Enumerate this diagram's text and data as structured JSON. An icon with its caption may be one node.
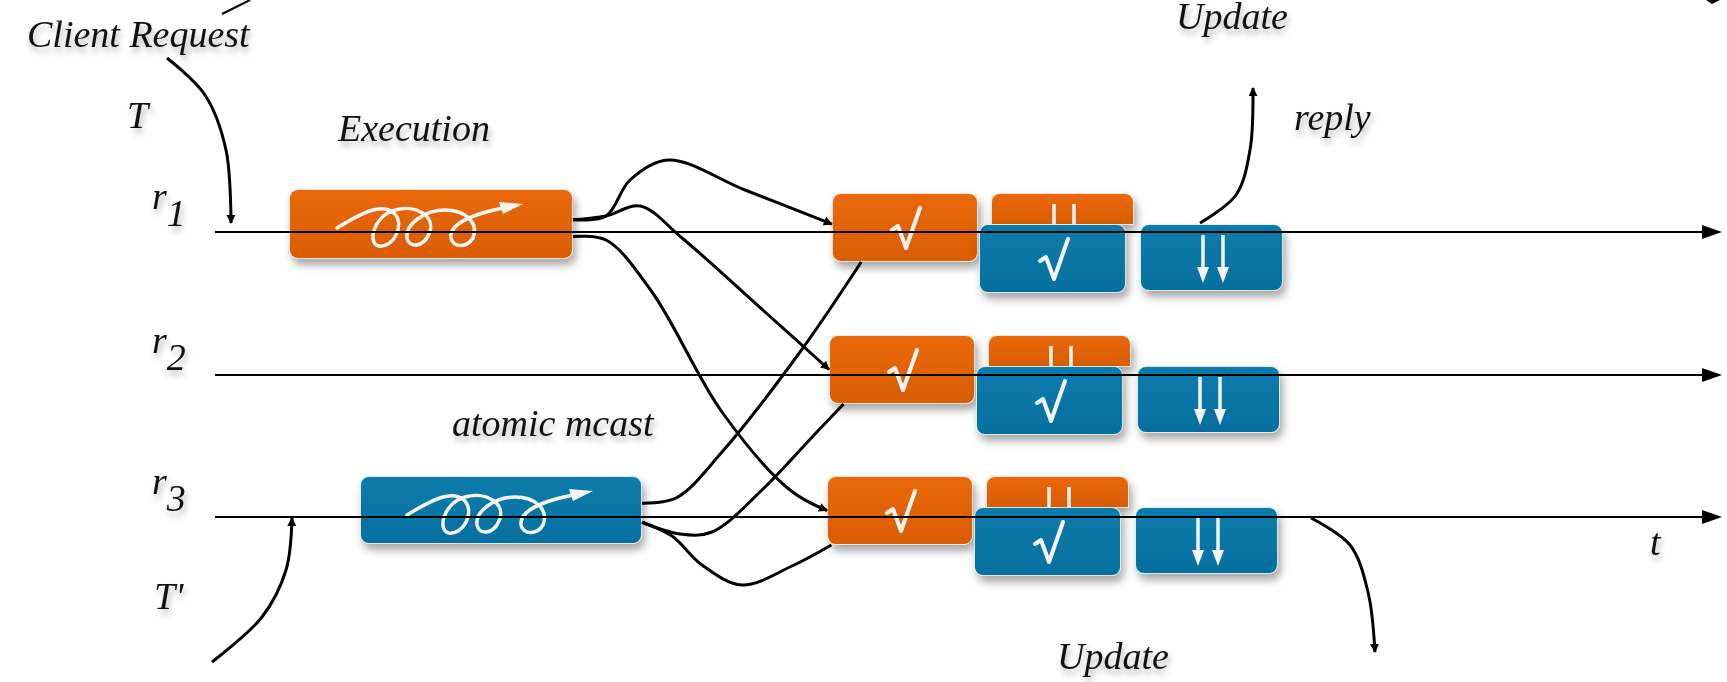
{
  "diagram": {
    "nodes": [
      {
        "text": [
          "Client Request"
        ]
      },
      {
        "text": [],
        "shape": "box",
        "beside": [
          "Execution"
        ]
      },
      {
        "text": [],
        "shape": "line",
        "beside": [
          "r$_{1}$"
        ]
      },
      {
        "text": [],
        "shape": "box"
      },
      {
        "text": [],
        "shape": "box"
      },
      {
        "text": [],
        "shape": "box"
      },
      {
        "text": [],
        "shape": "box"
      },
      {
        "text": [],
        "shape": "line",
        "beside": [
          "r$_{2}$"
        ]
      },
      {
        "text": [],
        "shape": "box"
      },
      {
        "text": [],
        "shape": "box"
      },
      {
        "text": [],
        "shape": "box"
      },
      {
        "text": [],
        "shape": "box"
      },
      {
        "text": [],
        "shape": "box",
        "beside": [
          "atomic mcast"
        ]
      },
      {
        "text": [],
        "shape": "line",
        "beside": [
          "r$_{3}$",
          "t"
        ]
      },
      {
        "text": [],
        "shape": "box"
      },
      {
        "text": [],
        "shape": "box"
      },
      {
        "text": [],
        "shape": "box"
      },
      {
        "text": [],
        "shape": "box"
      }
    ],
    "edges": [
      {
        "from": 0,
        "to": 2,
        "arrow": "to",
        "label": "T"
      },
      {
        "from": null,
        "to": 13,
        "arrow": "to",
        "label": "T'"
      },
      {
        "from": 1,
        "to": 3,
        "arrow": "to"
      },
      {
        "from": 1,
        "to": 8,
        "arrow": "to"
      },
      {
        "from": 1,
        "to": 14,
        "arrow": "to"
      },
      {
        "from": 12,
        "to": 3,
        "arrow": "none"
      },
      {
        "from": 12,
        "to": 8,
        "arrow": "none"
      },
      {
        "from": 12,
        "to": 14,
        "arrow": "none"
      },
      {
        "from": 2,
        "to": null,
        "arrow": "to",
        "label": "reply"
      },
      {
        "from": 13,
        "to": null,
        "arrow": "to"
      }
    ],
    "labels": [
      "Update",
      "Update"
    ]
  }
}
